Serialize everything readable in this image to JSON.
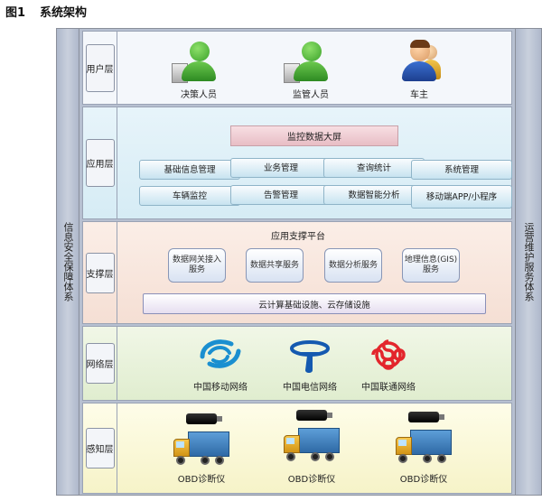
{
  "figure": {
    "label": "图1",
    "title": "系统架构"
  },
  "side": {
    "left": "信息安全保障体系",
    "right": "运营维护服务体系"
  },
  "layers": {
    "user": "用户层",
    "app": "应用层",
    "support": "支撑层",
    "network": "网络层",
    "sensing": "感知层"
  },
  "users": [
    "决策人员",
    "监管人员",
    "车主"
  ],
  "app": {
    "bigscreen": "监控数据大屏",
    "buttons": [
      "基础信息管理",
      "业务管理",
      "查询统计",
      "系统管理",
      "车辆监控",
      "告警管理",
      "数据智能分析",
      "移动端APP/小程序"
    ]
  },
  "support": {
    "title": "应用支撑平台",
    "services": [
      "数据网关接入服务",
      "数据共享服务",
      "数据分析服务",
      "地理信息(GIS)服务"
    ],
    "cloud": "云计算基础设施、云存储设施"
  },
  "networks": [
    "中国移动网络",
    "中国电信网络",
    "中国联通网络"
  ],
  "devices": [
    "OBD诊断仪",
    "OBD诊断仪",
    "OBD诊断仪"
  ],
  "colors": {
    "mobile": "#1a8fd0",
    "telecom": "#1459b0",
    "unicom": "#e3262c"
  }
}
